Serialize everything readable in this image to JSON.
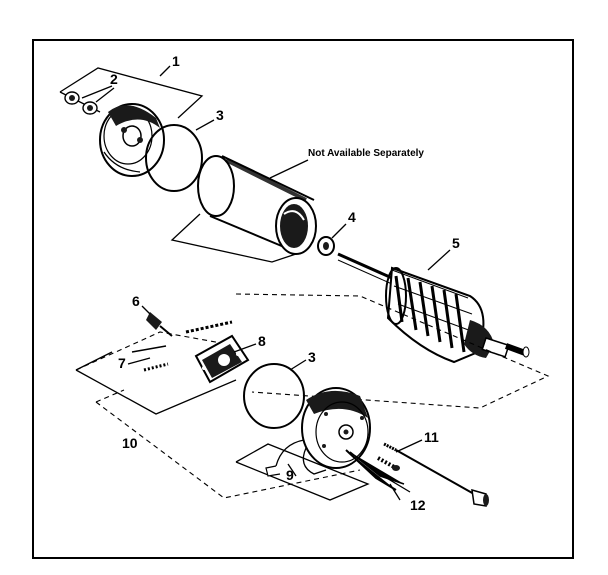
{
  "note_text": "Not Available Separately",
  "callouts": {
    "c1": "1",
    "c2": "2",
    "c3a": "3",
    "c3b": "3",
    "c4": "4",
    "c5": "5",
    "c6": "6",
    "c7": "7",
    "c8": "8",
    "c9": "9",
    "c10": "10",
    "c11": "11",
    "c12": "12"
  },
  "colors": {
    "ink": "#000000",
    "paper": "#ffffff"
  }
}
